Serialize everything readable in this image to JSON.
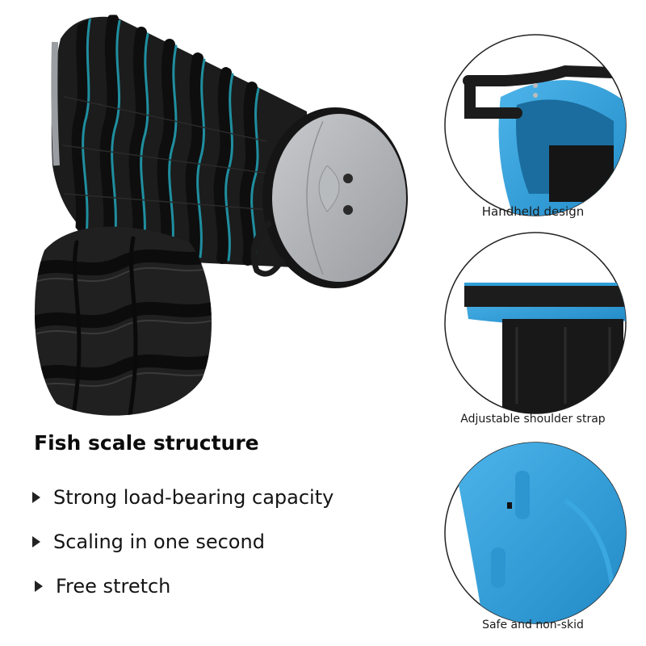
{
  "captions": {
    "handheld": "Handheld design",
    "strap": "Adjustable shoulder strap",
    "nonskid": "Safe and non-skid"
  },
  "headline": "Fish scale structure",
  "features": [
    "Strong load-bearing capacity",
    "Scaling in one second",
    "Free stretch"
  ],
  "colors": {
    "accent_blue": "#2f9ed9",
    "teal_band": "#1f8fa0",
    "body_black": "#1b1b1b",
    "cap_gray": "#a9acb0"
  }
}
